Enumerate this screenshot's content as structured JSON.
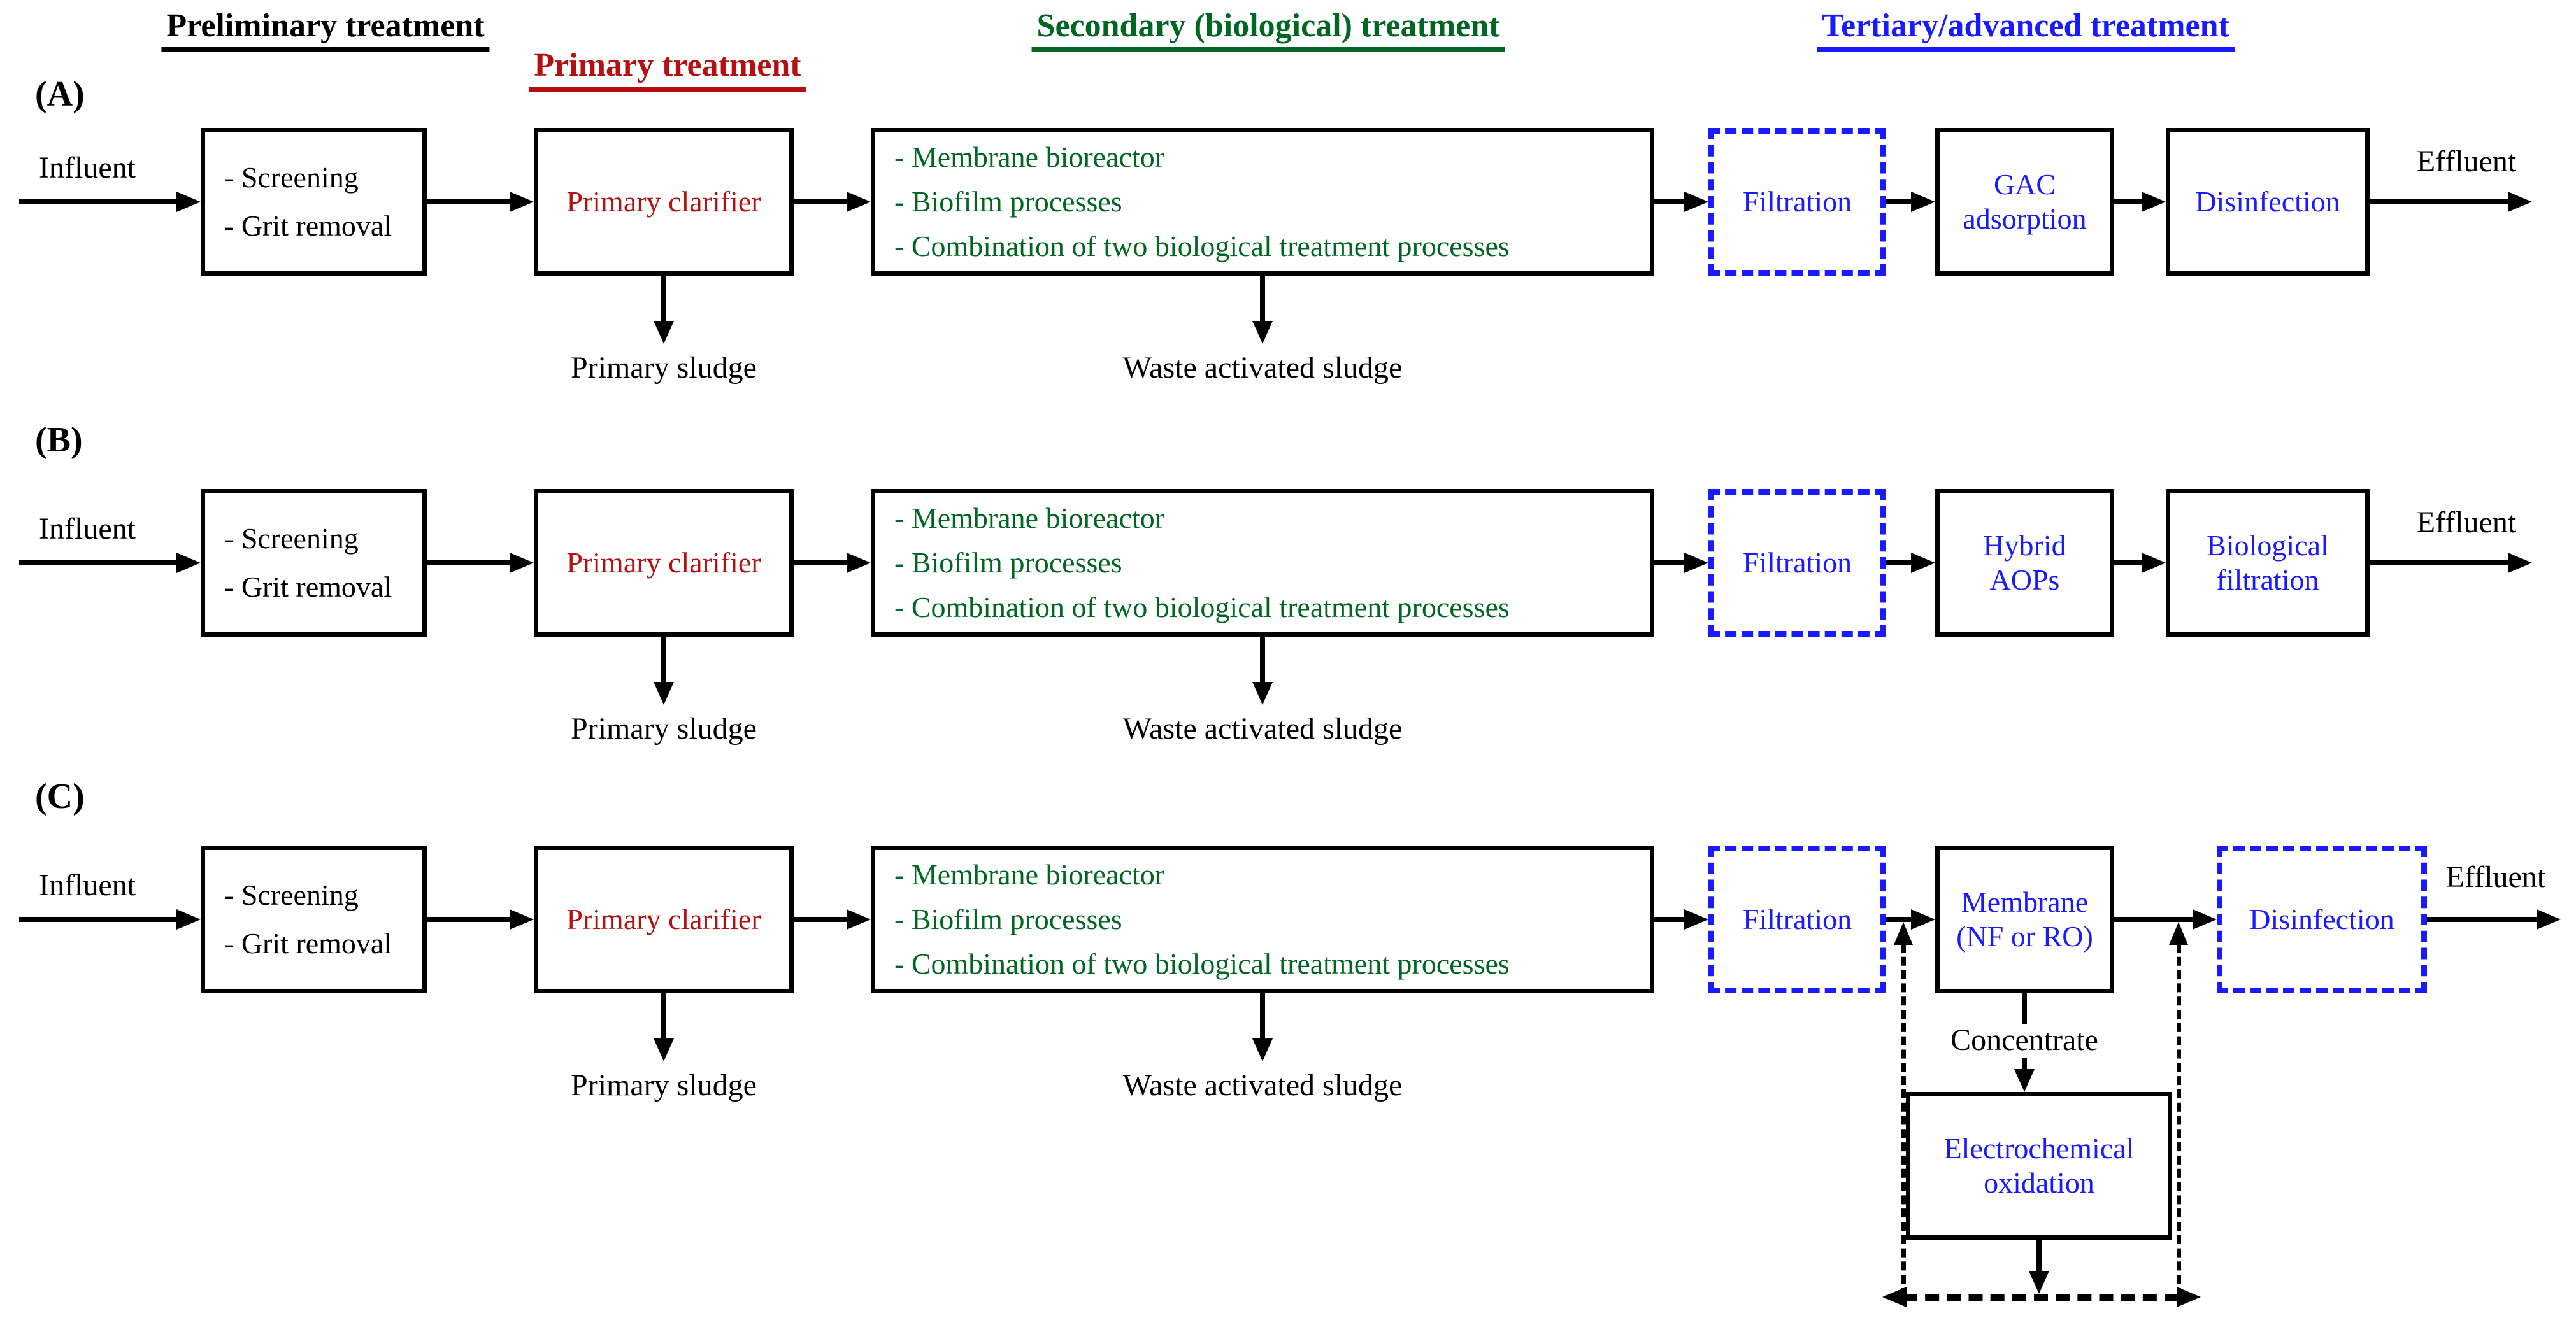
{
  "colors": {
    "text_black": "#000000",
    "primary_red": "#b50f0f",
    "secondary_green": "#006621",
    "tertiary_blue": "#1a1aff",
    "background": "#ffffff"
  },
  "headers": [
    {
      "label": "Preliminary treatment"
    },
    {
      "label": "Primary treatment"
    },
    {
      "label": "Secondary (biological) treatment"
    },
    {
      "label": "Tertiary/advanced treatment"
    }
  ],
  "labels": {
    "influent": "Influent",
    "effluent": "Effluent",
    "primary_sludge": "Primary sludge",
    "waste_activated_sludge": "Waste activated sludge",
    "concentrate": "Concentrate"
  },
  "rows": [
    {
      "tag": "(A)",
      "preliminary_lines": [
        "- Screening",
        "- Grit removal"
      ],
      "primary": "Primary clarifier",
      "secondary_lines": [
        "- Membrane bioreactor",
        "- Biofilm processes",
        "- Combination of two biological treatment processes"
      ],
      "filtration": "Filtration",
      "box5": "GAC adsorption",
      "box6": "Disinfection"
    },
    {
      "tag": "(B)",
      "preliminary_lines": [
        "- Screening",
        "- Grit removal"
      ],
      "primary": "Primary clarifier",
      "secondary_lines": [
        "- Membrane bioreactor",
        "- Biofilm processes",
        "- Combination of two biological treatment processes"
      ],
      "filtration": "Filtration",
      "box5": "Hybrid AOPs",
      "box6": "Biological filtration"
    },
    {
      "tag": "(C)",
      "preliminary_lines": [
        "- Screening",
        "- Grit removal"
      ],
      "primary": "Primary clarifier",
      "secondary_lines": [
        "- Membrane bioreactor",
        "- Biofilm processes",
        "- Combination of two biological treatment processes"
      ],
      "filtration": "Filtration",
      "box5": "Membrane (NF or RO)",
      "box6": "Disinfection",
      "electro": "Electrochemical oxidation"
    }
  ]
}
